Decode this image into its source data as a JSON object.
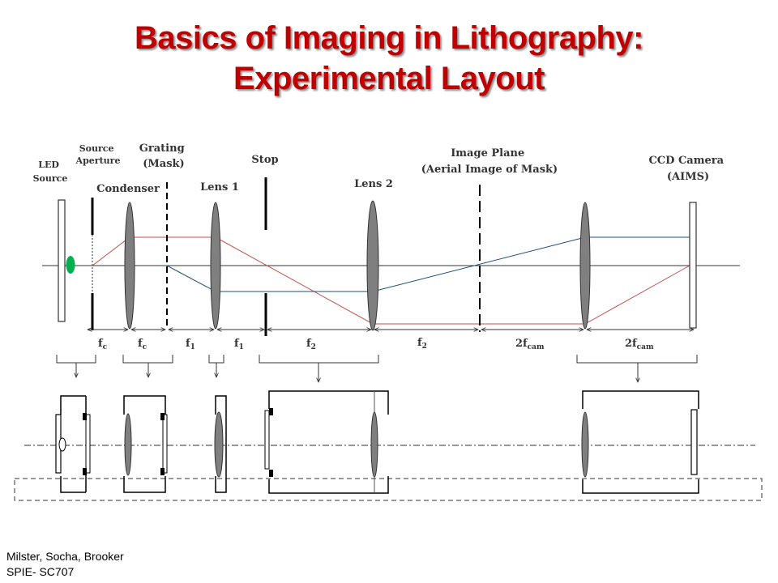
{
  "title": {
    "line1": "Basics of Imaging in Lithography:",
    "line2": "Experimental Layout"
  },
  "labels": {
    "led_source": [
      "LED",
      "Source"
    ],
    "source_aperture": [
      "Source",
      "Aperture"
    ],
    "grating_mask": [
      "Grating",
      "(Mask)"
    ],
    "stop": "Stop",
    "image_plane": [
      "Image Plane",
      "(Aerial Image of Mask)"
    ],
    "ccd_camera": [
      "CCD Camera",
      "(AIMS)"
    ],
    "condenser": "Condenser",
    "lens1": "Lens 1",
    "lens2": "Lens 2"
  },
  "dimensions": [
    {
      "base": "f",
      "sub": "c"
    },
    {
      "base": "f",
      "sub": "c"
    },
    {
      "base": "f",
      "sub": "1"
    },
    {
      "base": "f",
      "sub": "1"
    },
    {
      "base": "f",
      "sub": "2"
    },
    {
      "base": "f",
      "sub": "2"
    },
    {
      "base": "2f",
      "sub": "cam"
    },
    {
      "base": "2f",
      "sub": "cam"
    }
  ],
  "credit": {
    "line1": "Milster, Socha, Brooker",
    "line2": "SPIE- SC707"
  },
  "colors": {
    "title": "#c00000",
    "red_ray": "#c0504d",
    "blue_ray": "#1f4e79",
    "lens_fill": "#7f7f7f",
    "led": "#00b050"
  }
}
